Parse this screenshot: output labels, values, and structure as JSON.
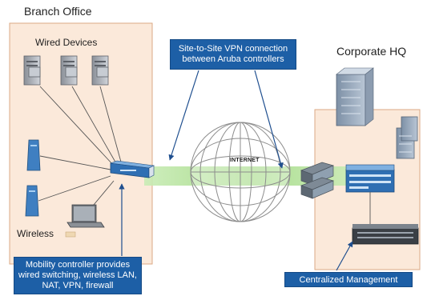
{
  "labels": {
    "branch_office": "Branch Office",
    "wired_devices": "Wired Devices",
    "wireless": "Wireless",
    "corporate_hq": "Corporate HQ",
    "internet": "INTERNET"
  },
  "callouts": {
    "vpn": [
      "Site-to-Site VPN connection",
      "between Aruba controllers"
    ],
    "mobility_controller": [
      "Mobility controller provides",
      "wired switching, wireless LAN,",
      "NAT, VPN, firewall"
    ],
    "centralized_management": "Centralized Management"
  },
  "colors": {
    "zone_fill": "#fbe9da",
    "zone_border": "#dba985",
    "callout": "#1d5fa6",
    "arrow": "#1f4f8f",
    "tunnel": "#9bd67a"
  },
  "icons": [
    "computer-icon",
    "access-point-icon",
    "laptop-icon",
    "controller-icon",
    "globe-icon",
    "firewall-icon",
    "building-icon",
    "server-rack-icon"
  ]
}
